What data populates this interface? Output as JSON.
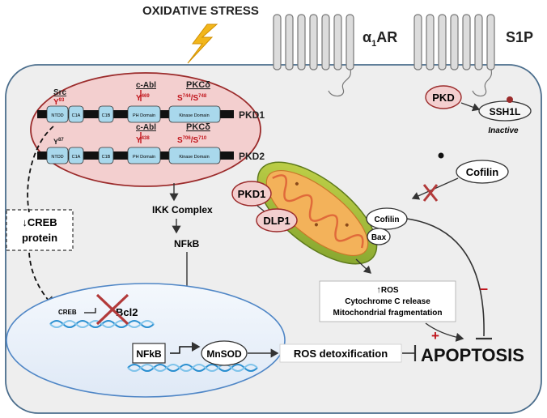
{
  "stress": "OXIDATIVE STRESS",
  "receptors": {
    "a1ar_alpha": "α",
    "a1ar_sub": "1",
    "a1ar_rest": "AR",
    "s1p": "S1P"
  },
  "pkd1": {
    "label": "PKD1",
    "src": "Src",
    "y93": "Y",
    "y93_sup": "93",
    "cabl": "c-Abl",
    "y469": "Y",
    "y469_sup": "469",
    "pkcd": "PKCδ",
    "s744": "S",
    "s744_sup": "744",
    "s748": "/S",
    "s748_sup": "748"
  },
  "pkd2": {
    "label": "PKD2",
    "y87": "Y",
    "y87_sup": "87",
    "cabl": "c-Abl",
    "y438": "Y",
    "y438_sup": "438",
    "pkcd": "PKCδ",
    "s706": "S",
    "s706_sup": "706",
    "s710": "/S",
    "s710_sup": "710"
  },
  "domains": {
    "ntdd": "NTDD",
    "c1a": "C1A",
    "c1b": "C1B",
    "ph": "PH Domain",
    "kinase": "Kinase Domain"
  },
  "pkd_small": "PKD",
  "ssh1l": "SSH1L",
  "inactive": "Inactive",
  "cofilin_free": "Cofilin",
  "cofilin_bound": "Cofilin",
  "bax": "Bax",
  "pkd1_mito": "PKD1",
  "dlp1": "DLP1",
  "creb_protein": {
    "line1": "CREB",
    "line2": "protein"
  },
  "ikk": "IKK Complex",
  "nfkb": "NFkB",
  "nucleus": {
    "creb": "CREB",
    "bcl2": "Bcl2",
    "nfkb": "NFkB",
    "mnsod": "MnSOD"
  },
  "ros_box": {
    "line1": "ROS",
    "line2": "Cytochrome C release",
    "line3": "Mitochondrial fragmentation"
  },
  "ros_detox": "ROS detoxification",
  "apoptosis": "APOPTOSIS",
  "plus": "+",
  "minus": "–",
  "colors": {
    "cell_bg": "#eeeeee",
    "cell_border": "#4a6d8c",
    "pkd_fill": "#f3cfcf",
    "pkd_border": "#9b2b2b",
    "domain": "#a9d8ec",
    "red_text": "#c0141b",
    "mito": "#a9c23a",
    "nucleus": "#4f86c6"
  }
}
